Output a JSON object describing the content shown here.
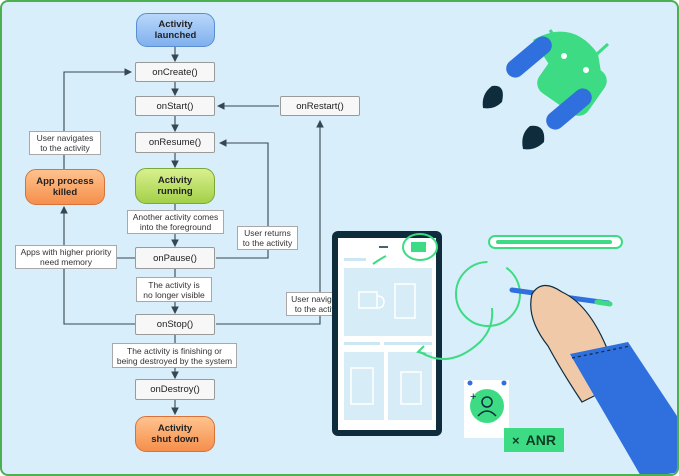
{
  "flow": {
    "activity_launched": "Activity\nlaunched",
    "on_create": "onCreate()",
    "on_start": "onStart()",
    "on_restart": "onRestart()",
    "on_resume": "onResume()",
    "activity_running": "Activity\nrunning",
    "on_pause": "onPause()",
    "on_stop": "onStop()",
    "on_destroy": "onDestroy()",
    "activity_shut_down": "Activity\nshut down",
    "app_process_killed": "App process\nkilled"
  },
  "notes": {
    "user_navigates_to_activity_left": "User navigates\nto the activity",
    "another_activity_foreground": "Another activity comes\ninto the foreground",
    "user_returns": "User returns\nto the activity",
    "higher_priority_memory": "Apps with higher priority\nneed memory",
    "no_longer_visible": "The activity is\nno longer visible",
    "user_navigates_to_activity_right": "User navigates\nto the activity",
    "finishing_or_destroyed": "The activity is finishing or\nbeing destroyed by the system"
  },
  "illustration": {
    "anr_label": "ANR",
    "anr_close_icon": "×"
  },
  "colors": {
    "background": "#d8eefb",
    "border_accent": "#4caf50",
    "launched_fill": "#8fbdf2",
    "running_fill": "#b5dc5b",
    "terminal_fill": "#f7a062",
    "android_green": "#3ddc84",
    "android_blue": "#2f6fde"
  }
}
